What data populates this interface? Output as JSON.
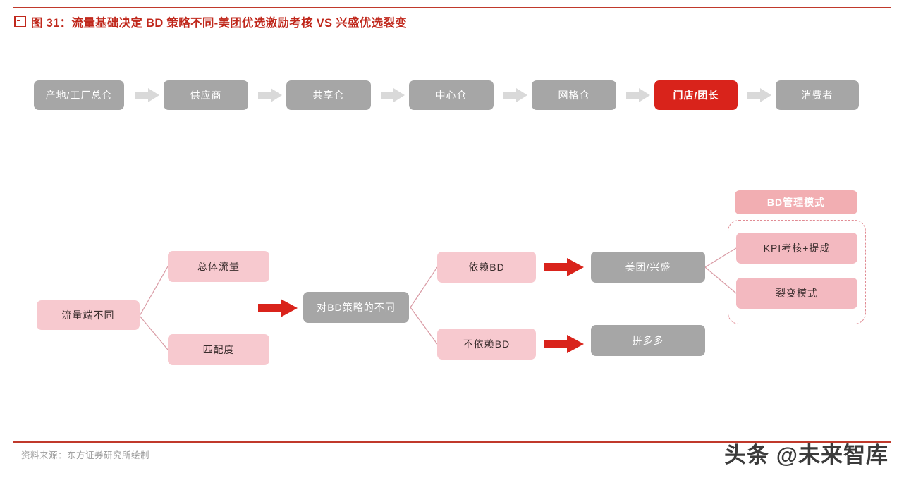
{
  "header": {
    "figure_label": "图 31：",
    "title": "图 31：流量基础决定 BD 策略不同-美团优选激励考核 VS 兴盛优选裂变",
    "accent_color": "#c0281c"
  },
  "footer": {
    "source": "资料来源：东方证券研究所绘制",
    "watermark": "头条 @未来智库"
  },
  "supply_chain": {
    "nodes": [
      {
        "label": "产地/工厂总仓",
        "style": "gray"
      },
      {
        "label": "供应商",
        "style": "gray"
      },
      {
        "label": "共享仓",
        "style": "gray"
      },
      {
        "label": "中心仓",
        "style": "gray"
      },
      {
        "label": "网格仓",
        "style": "gray"
      },
      {
        "label": "门店/团长",
        "style": "red"
      },
      {
        "label": "消费者",
        "style": "gray"
      }
    ],
    "arrow_color": "#d9d9d9",
    "highlight_color": "#d9231b"
  },
  "logic_flow": {
    "root": {
      "label": "流量端不同",
      "style": "pink"
    },
    "branches": [
      {
        "label": "总体流量",
        "style": "pink"
      },
      {
        "label": "匹配度",
        "style": "pink"
      }
    ],
    "merge": {
      "label": "对BD策略的不同",
      "style": "gray"
    },
    "strategies": [
      {
        "label": "依赖BD",
        "style": "pink"
      },
      {
        "label": "不依赖BD",
        "style": "pink"
      }
    ],
    "companies": [
      {
        "label": "美团/兴盛",
        "style": "gray"
      },
      {
        "label": "拼多多",
        "style": "gray"
      }
    ],
    "bd_group": {
      "header": {
        "label": "BD管理模式",
        "style": "pink-head"
      },
      "items": [
        {
          "label": "KPI考核+提成",
          "style": "pink-deep"
        },
        {
          "label": "裂变模式",
          "style": "pink-deep"
        }
      ]
    },
    "arrow_color": "#d9231b",
    "link_color": "#d99aa4"
  }
}
